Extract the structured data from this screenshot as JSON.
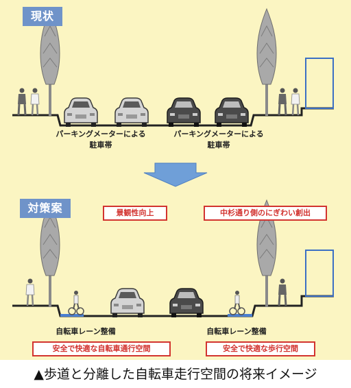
{
  "current": {
    "tag": "現状",
    "parking_left": [
      "パーキングメーターによる",
      "駐車帯"
    ],
    "parking_right": [
      "パーキングメーターによる",
      "駐車帯"
    ]
  },
  "proposal": {
    "tag": "対策案",
    "badge_left": "景観性向上",
    "badge_right": "中杉通り側のにぎわい創出",
    "lane_left": "自転車レーン整備",
    "lane_right": "自転車レーン整備",
    "safety_left": "安全で快適な自転車通行空間",
    "safety_right": "安全で快適な歩行空間"
  },
  "caption": "▲歩道と分離した自転車走行空間の将来イメージ",
  "colors": {
    "panel_bg": "#fbf5c2",
    "tag_bg": "#6f93c9",
    "arrow": "#6f9fd8",
    "accent_red": "#d2332f",
    "lane_blue": "#4a7fd1"
  }
}
